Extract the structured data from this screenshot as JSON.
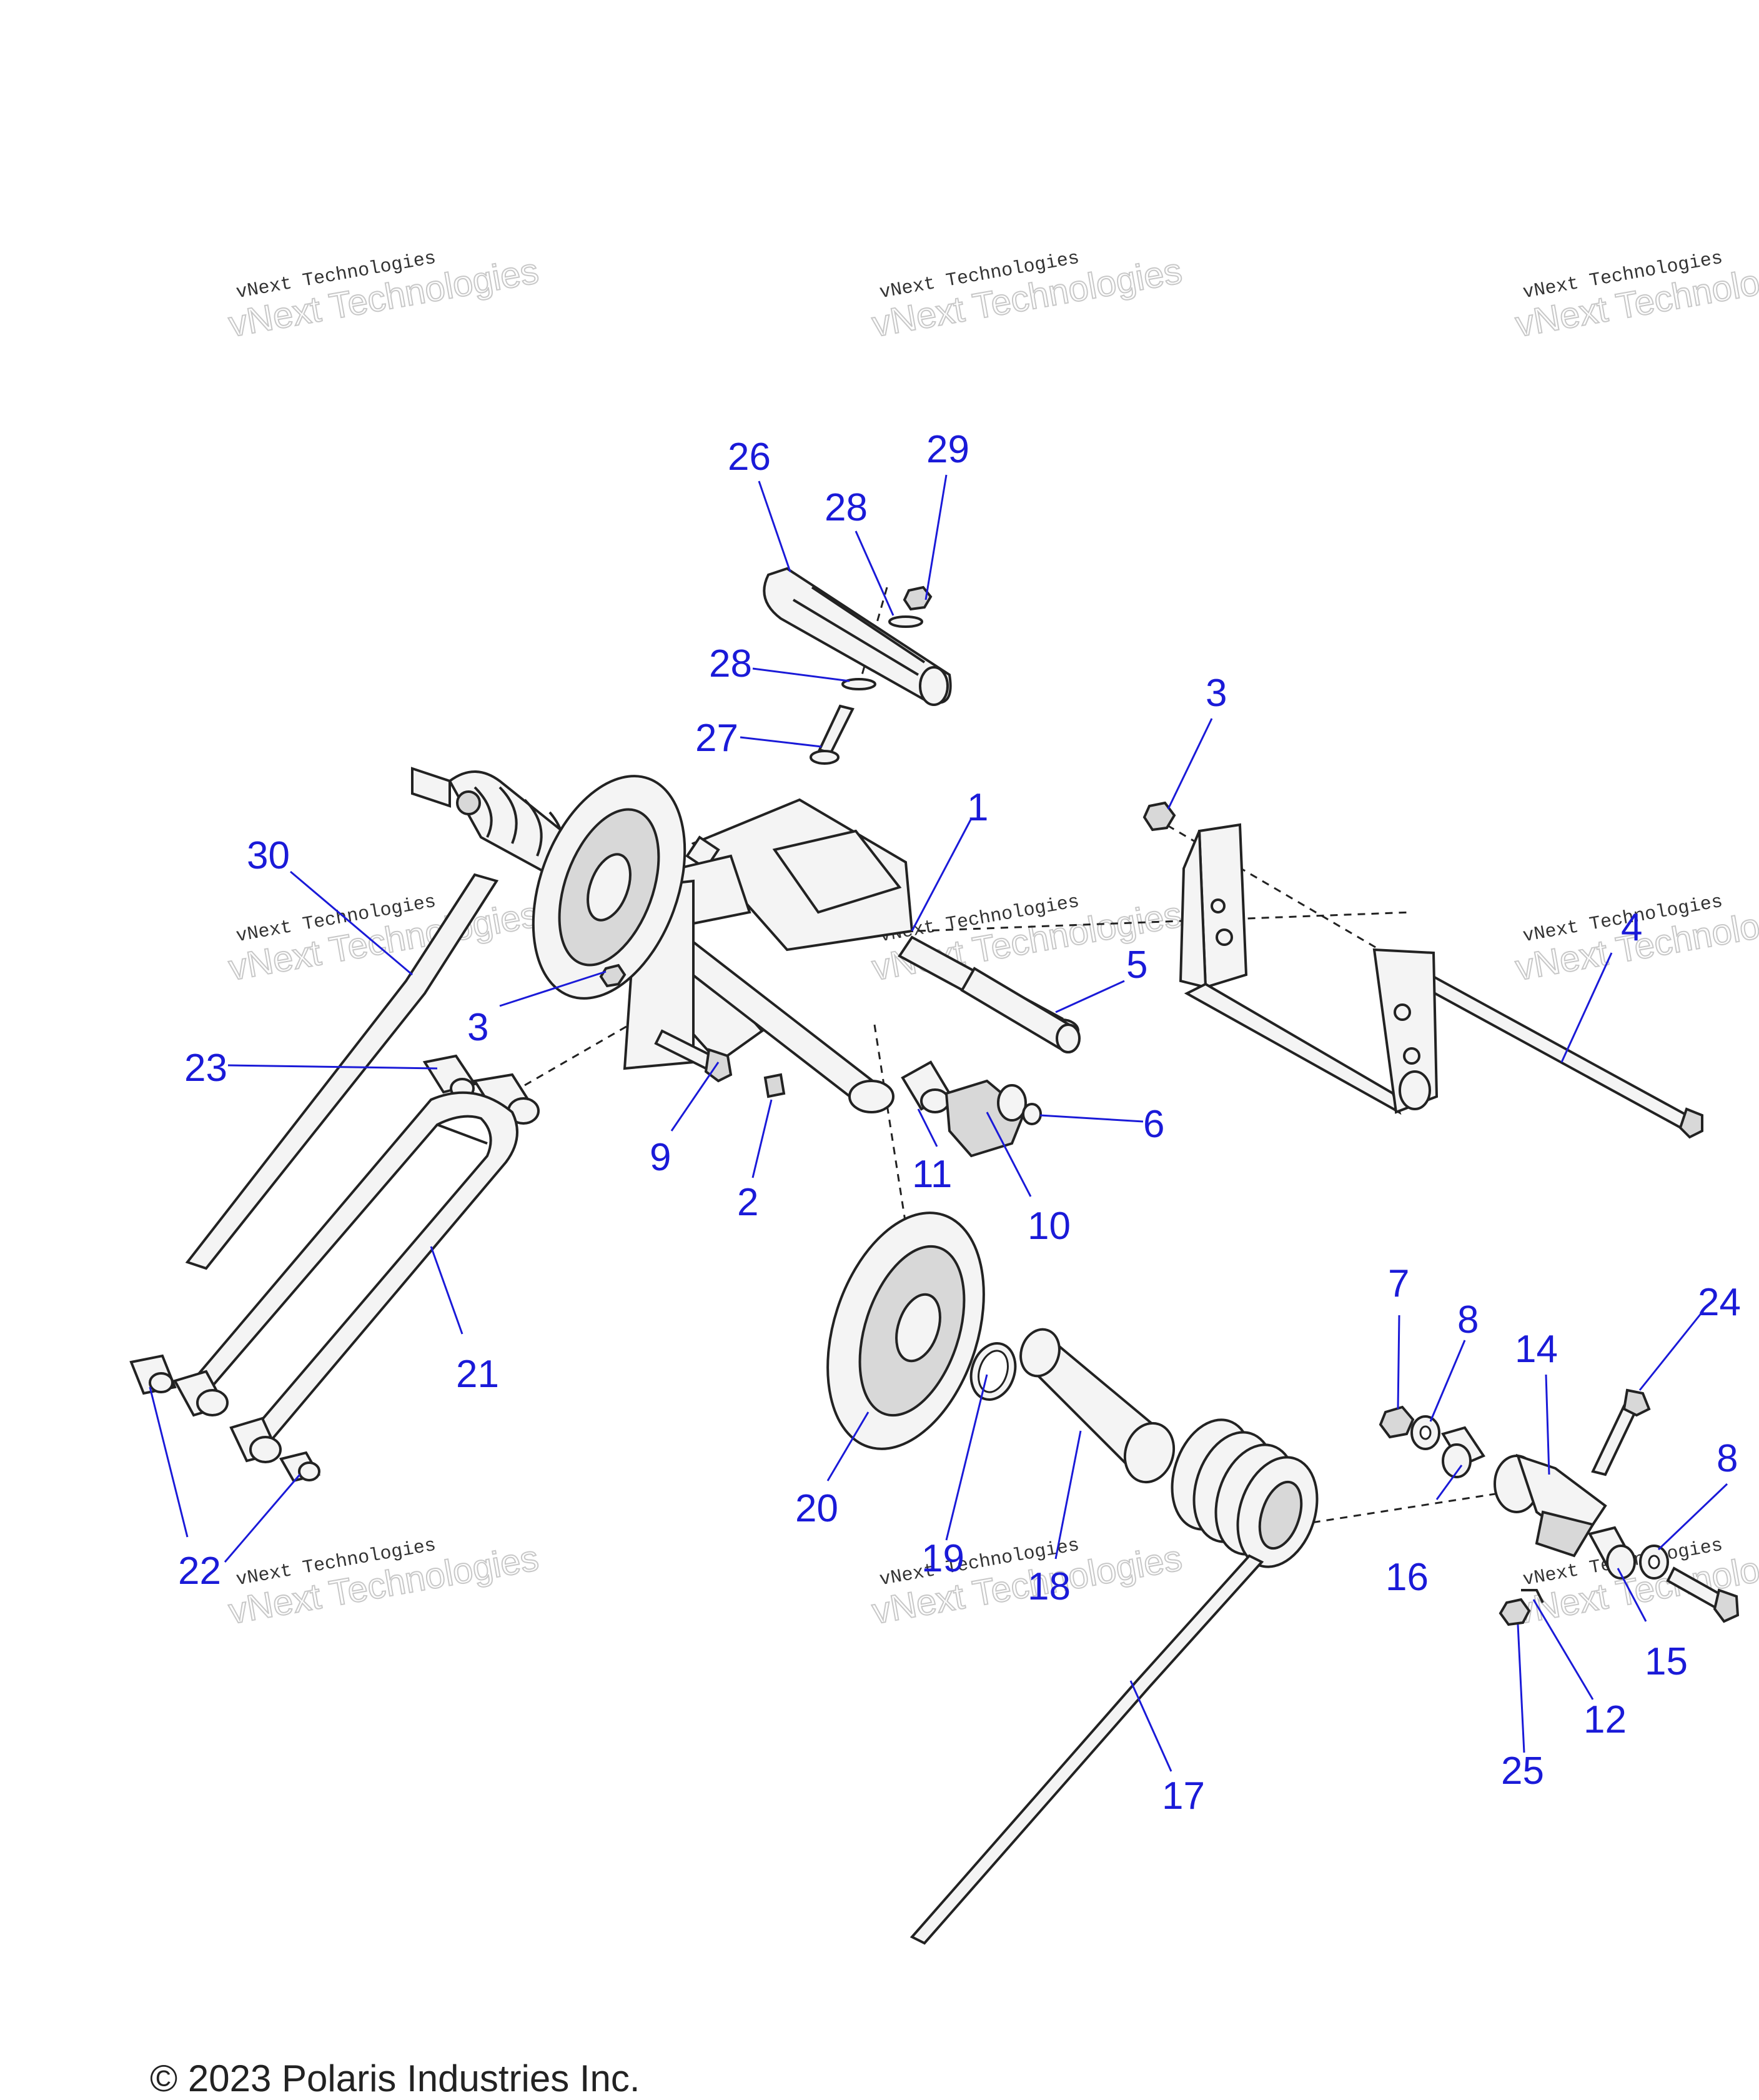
{
  "watermark": {
    "line1": "vNext Technologies",
    "line2": "vNext Technologies"
  },
  "callouts": {
    "c1": "1",
    "c2": "2",
    "c3a": "3",
    "c3b": "3",
    "c4": "4",
    "c5": "5",
    "c6": "6",
    "c7": "7",
    "c8a": "8",
    "c8b": "8",
    "c9": "9",
    "c10": "10",
    "c11": "11",
    "c12": "12",
    "c14": "14",
    "c15": "15",
    "c16": "16",
    "c17": "17",
    "c18": "18",
    "c19": "19",
    "c20": "20",
    "c21": "21",
    "c22": "22",
    "c23": "23",
    "c24": "24",
    "c25": "25",
    "c26": "26",
    "c27": "27",
    "c28a": "28",
    "c28b": "28",
    "c29": "29",
    "c30": "30"
  },
  "footer": {
    "copyright": "© 2023 Polaris Industries Inc."
  }
}
